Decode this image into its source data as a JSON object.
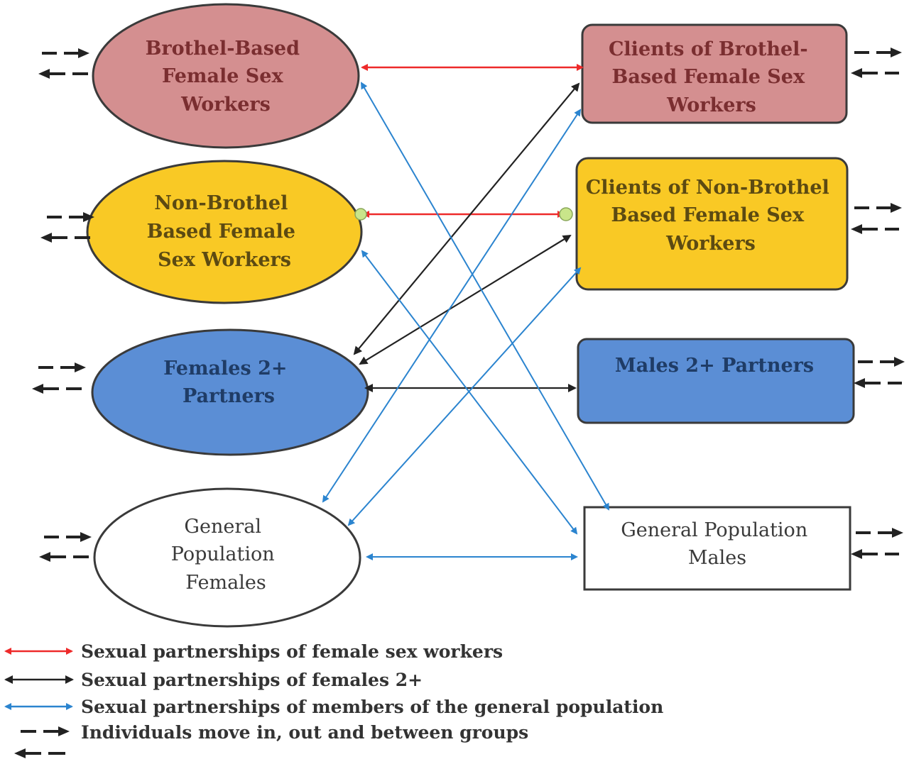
{
  "colors": {
    "brothel": "#d48f90",
    "nonbrothel": "#f9c925",
    "twoplus": "#5b8ed5",
    "general": "#ffffff",
    "outline": "#3a3a3a",
    "fsw_arrow": "#ee2a2a",
    "females2_arrow": "#222222",
    "general_arrow": "#2b84cf",
    "connector_dot": "#c9e58a"
  },
  "nodes": {
    "bb_fsw": {
      "lines": [
        "Brothel-Based",
        "Female Sex",
        "Workers"
      ],
      "text_color": "#7a2e30"
    },
    "nb_fsw": {
      "lines": [
        "Non-Brothel",
        "Based Female",
        "Sex Workers"
      ],
      "text_color": "#5c4a12"
    },
    "f2": {
      "lines": [
        "Females 2+",
        "Partners"
      ],
      "text_color": "#1f3c66"
    },
    "gp_f": {
      "lines": [
        "General",
        "Population",
        "Females"
      ],
      "text_color": "#3a3a3a"
    },
    "clients_bb": {
      "lines": [
        "Clients of Brothel-",
        "Based Female Sex",
        "Workers"
      ],
      "text_color": "#7a2e30"
    },
    "clients_nb": {
      "lines": [
        "Clients of Non-Brothel",
        "Based Female Sex",
        "Workers"
      ],
      "text_color": "#5c4a12"
    },
    "m2": {
      "lines": [
        "Males 2+ Partners"
      ],
      "text_color": "#1f3c66"
    },
    "gp_m": {
      "lines": [
        "General Population",
        "Males"
      ],
      "text_color": "#3a3a3a"
    }
  },
  "legend": {
    "fsw": "Sexual partnerships of female sex workers",
    "females2": "Sexual partnerships of females 2+",
    "general": "Sexual partnerships of members of the general population",
    "movement": "Individuals move in, out and between groups"
  }
}
